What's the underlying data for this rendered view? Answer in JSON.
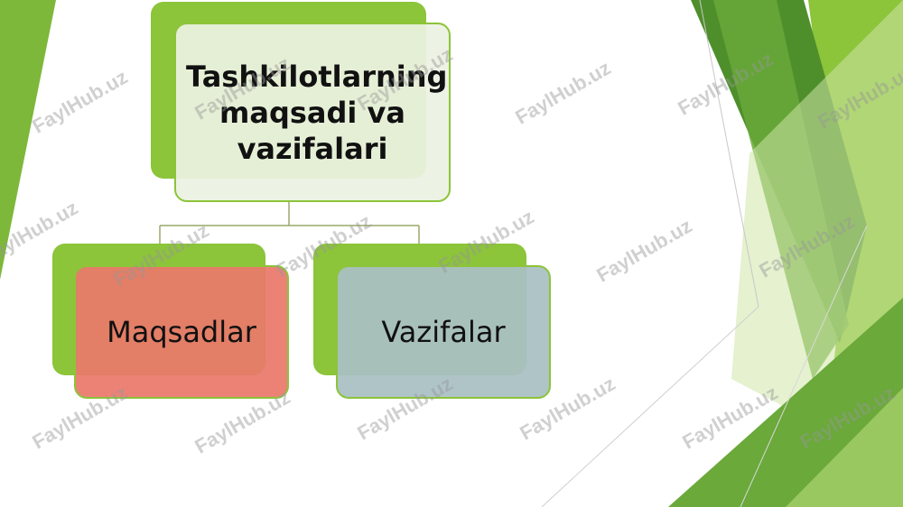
{
  "diagram": {
    "root": {
      "label": "Tashkilotlarning maqsadi va vazifalari"
    },
    "children": [
      {
        "label": "Maqsadlar",
        "color": "#e9786a"
      },
      {
        "label": "Vazifalar",
        "color": "#a9bfc3"
      }
    ]
  },
  "colors": {
    "accent_green": "#8cc43a",
    "dark_green": "#4e8f2c",
    "connector": "#9aa86a"
  },
  "watermark": {
    "text": "FaylHub.uz"
  }
}
